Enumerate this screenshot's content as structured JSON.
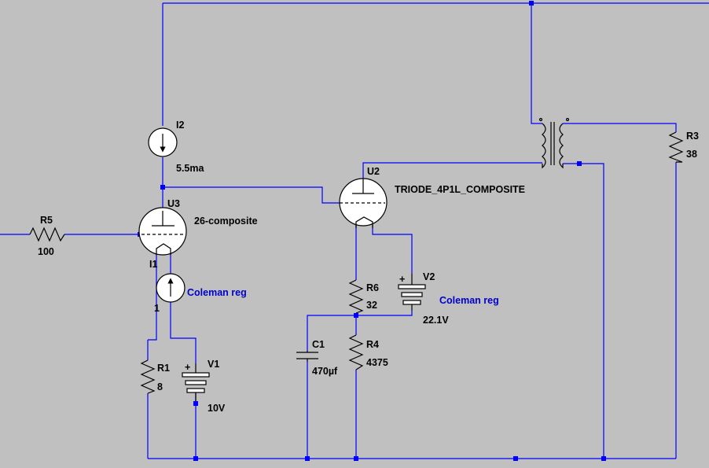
{
  "schematic": {
    "colors": {
      "background": "#c0c0c0",
      "wire": "#0000ff",
      "component": "#000000",
      "annotation": "#0000cc"
    },
    "components": {
      "I2": {
        "name": "I2",
        "value": "5.5ma"
      },
      "U3": {
        "name": "U3",
        "value": "26-composite"
      },
      "U2": {
        "name": "U2",
        "value": "TRIODE_4P1L_COMPOSITE"
      },
      "R5": {
        "name": "R5",
        "value": "100"
      },
      "I1": {
        "name": "I1",
        "value": "1",
        "note": "Coleman reg"
      },
      "R1": {
        "name": "R1",
        "value": "8"
      },
      "V1": {
        "name": "V1",
        "value": "10V"
      },
      "R6": {
        "name": "R6",
        "value": "32"
      },
      "V2": {
        "name": "V2",
        "value": "22.1V",
        "note": "Coleman reg"
      },
      "C1": {
        "name": "C1",
        "value": "470µf"
      },
      "R4": {
        "name": "R4",
        "value": "4375"
      },
      "R3": {
        "name": "R3",
        "value": "38"
      },
      "V1_polarity": "+",
      "V2_polarity": "+"
    }
  }
}
